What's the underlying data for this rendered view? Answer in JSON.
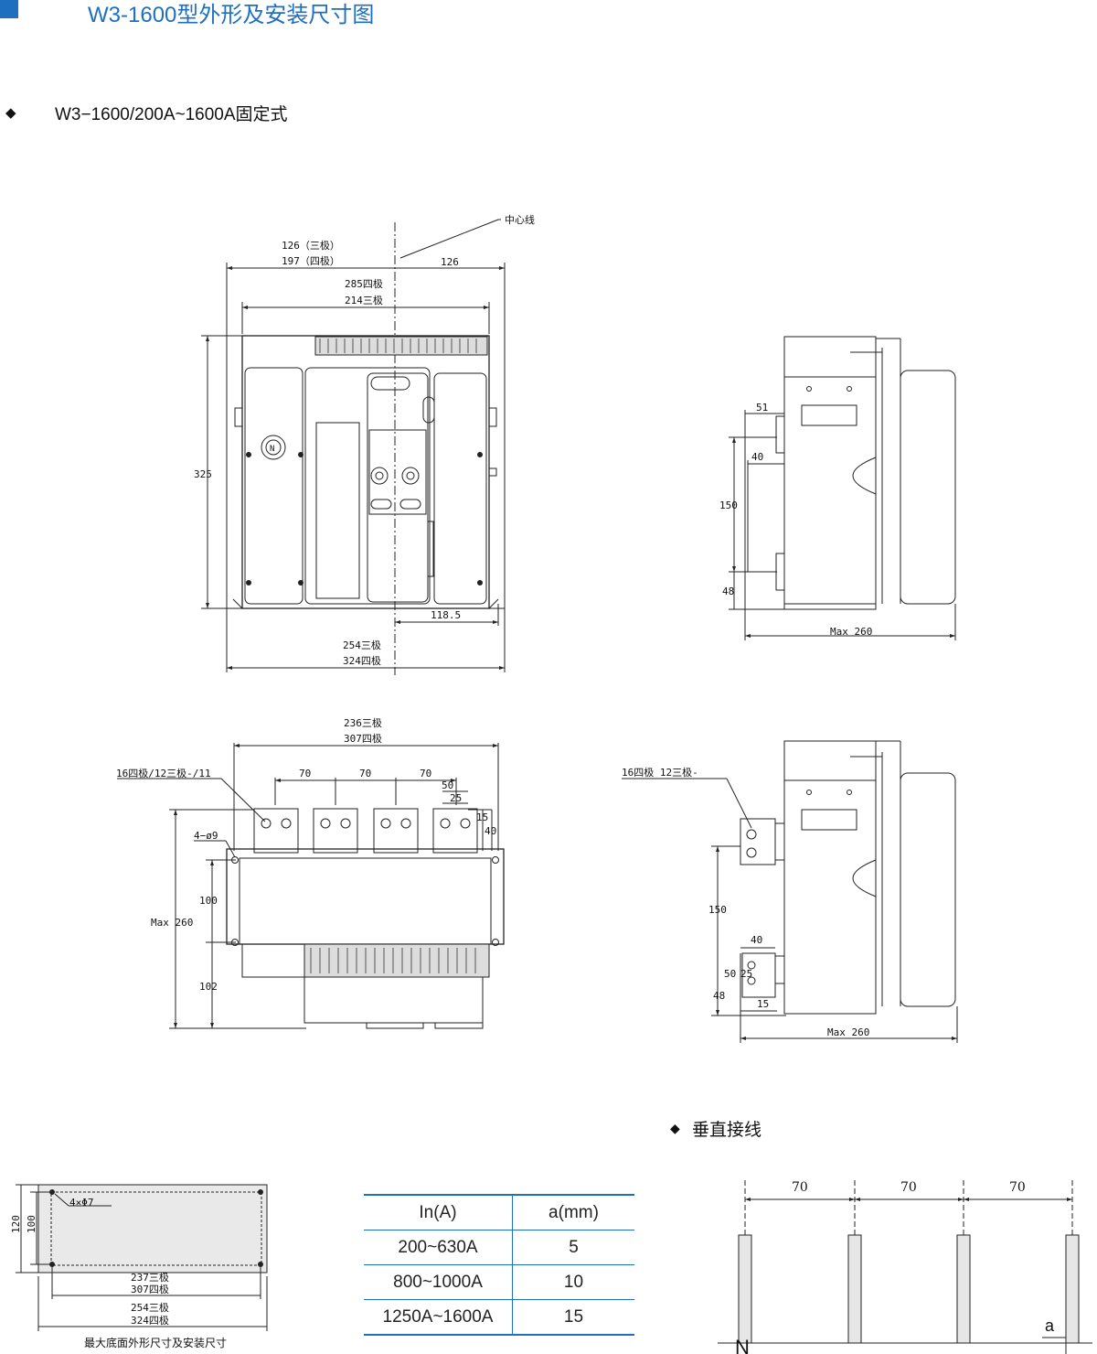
{
  "header": {
    "title": "W3-1600型外形及安装尺寸图",
    "subtitle": "W3−1600/200A~1600A固定式"
  },
  "front_view": {
    "center_line": "中心线",
    "dim_left_3p": "126（三极）",
    "dim_left_4p": "197（四极）",
    "dim_right": "126",
    "dim_285": "285四极",
    "dim_214": "214三极",
    "dim_height": "325",
    "dim_118": "118.5",
    "dim_254": "254三极",
    "dim_324": "324四极",
    "n_label": "N"
  },
  "side_view_top": {
    "d51": "51",
    "d40": "40",
    "d150": "150",
    "d48": "48",
    "max": "Max 260"
  },
  "top_view": {
    "d236": "236三极",
    "d307": "307四极",
    "callout": "16四极/12三极-/11",
    "d70a": "70",
    "d70b": "70",
    "d70c": "70",
    "d50": "50",
    "d25": "25",
    "d15": "15",
    "d40": "40",
    "holes": "4−ø9",
    "d100": "100",
    "max": "Max 260",
    "d102": "102"
  },
  "side_view_bottom": {
    "callout": "16四极  12三极-",
    "d150": "150",
    "d40": "40",
    "d50": "50",
    "d25": "25",
    "d48": "48",
    "d15": "15",
    "max": "Max 260"
  },
  "base_plate": {
    "holes": "4×Φ7",
    "d120": "120",
    "d100": "100",
    "d237": "237三极",
    "d307": "307四极",
    "d254": "254三极",
    "d324": "324四极",
    "caption": "最大底面外形尺寸及安装尺寸"
  },
  "current_table": {
    "headers": [
      "In(A)",
      "a(mm)"
    ],
    "rows": [
      [
        "200~630A",
        "5"
      ],
      [
        "800~1000A",
        "10"
      ],
      [
        "1250A~1600A",
        "15"
      ]
    ]
  },
  "vertical_wiring": {
    "title": "垂直接线",
    "d1": "70",
    "d2": "70",
    "d3": "70",
    "a": "a",
    "n": "N"
  }
}
